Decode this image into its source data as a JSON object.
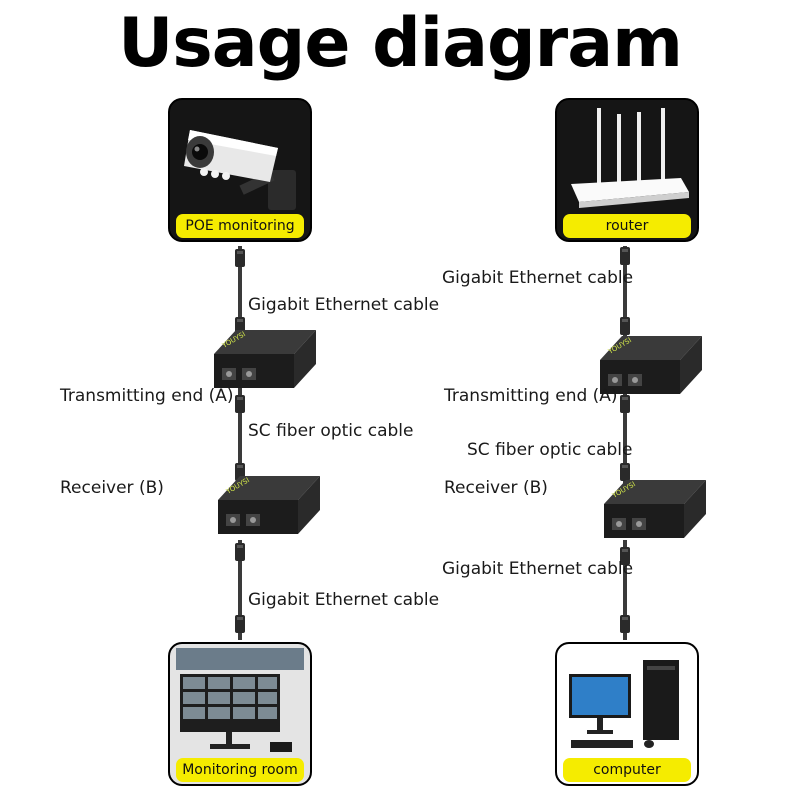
{
  "title": "Usage diagram",
  "left": {
    "top_device": "POE monitoring",
    "cable_top": "Gigabit Ethernet cable",
    "transmitter": "Transmitting end (A)",
    "fiber": "SC fiber optic cable",
    "receiver": "Receiver (B)",
    "cable_bottom": "Gigabit Ethernet cable",
    "bottom_device": "Monitoring room"
  },
  "right": {
    "top_device": "router",
    "cable_top": "Gigabit Ethernet cable",
    "transmitter": "Transmitting end (A)",
    "fiber": "SC fiber optic cable",
    "receiver": "Receiver (B)",
    "cable_bottom": "Gigabit Ethernet cable",
    "bottom_device": "computer"
  },
  "icons": {
    "top_left": "security-camera-icon",
    "top_right": "router-icon",
    "converter": "media-converter-icon",
    "bottom_left": "monitor-wall-icon",
    "bottom_right": "desktop-computer-icon"
  },
  "colors": {
    "label_bg": "#f5ec00",
    "card_bg": "#111111",
    "cable": "#3a3a3a",
    "brand_text": "#d4e84a"
  }
}
